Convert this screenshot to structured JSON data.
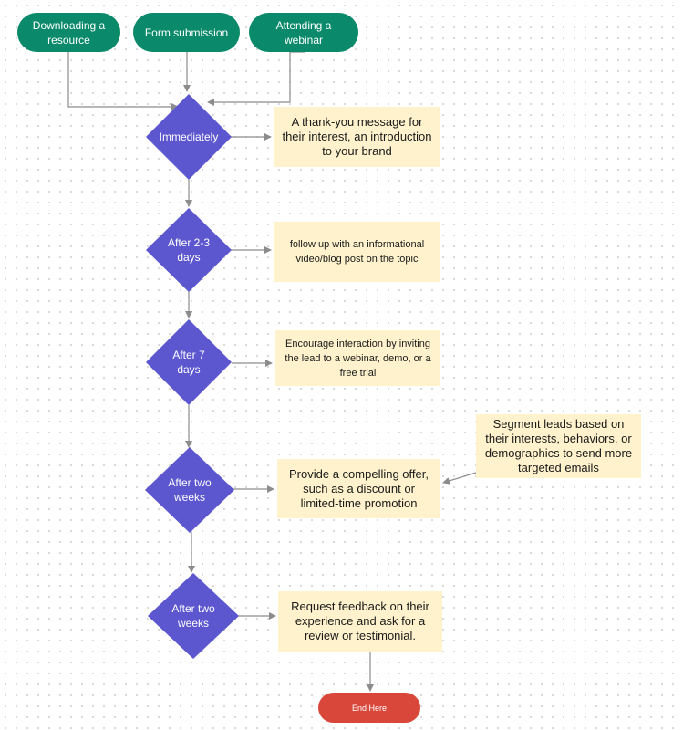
{
  "colors": {
    "start_fill": "#0a8a6b",
    "decision_fill": "#5c56cf",
    "note_fill": "#fff2cc",
    "end_fill": "#d9473b",
    "connector": "#8c8c8c"
  },
  "triggers": [
    "Downloading a resource",
    "Form submission",
    "Attending a webinar"
  ],
  "steps": [
    {
      "timing": "Immediately",
      "action": "A thank-you message for their interest, an introduction to your brand"
    },
    {
      "timing": "After 2-3 days",
      "action": "follow up with an informational video/blog post on the topic"
    },
    {
      "timing": "After 7 days",
      "action": "Encourage interaction by inviting the lead to a webinar, demo, or a free trial"
    },
    {
      "timing": "After two weeks",
      "action": "Provide a compelling offer, such as a discount or limited-time promotion"
    },
    {
      "timing": "After two weeks",
      "action": "Request feedback on their experience and ask for a review or testimonial."
    }
  ],
  "side_note": "Segment leads based on their interests, behaviors, or demographics to send more targeted emails",
  "end_label": "End Here"
}
